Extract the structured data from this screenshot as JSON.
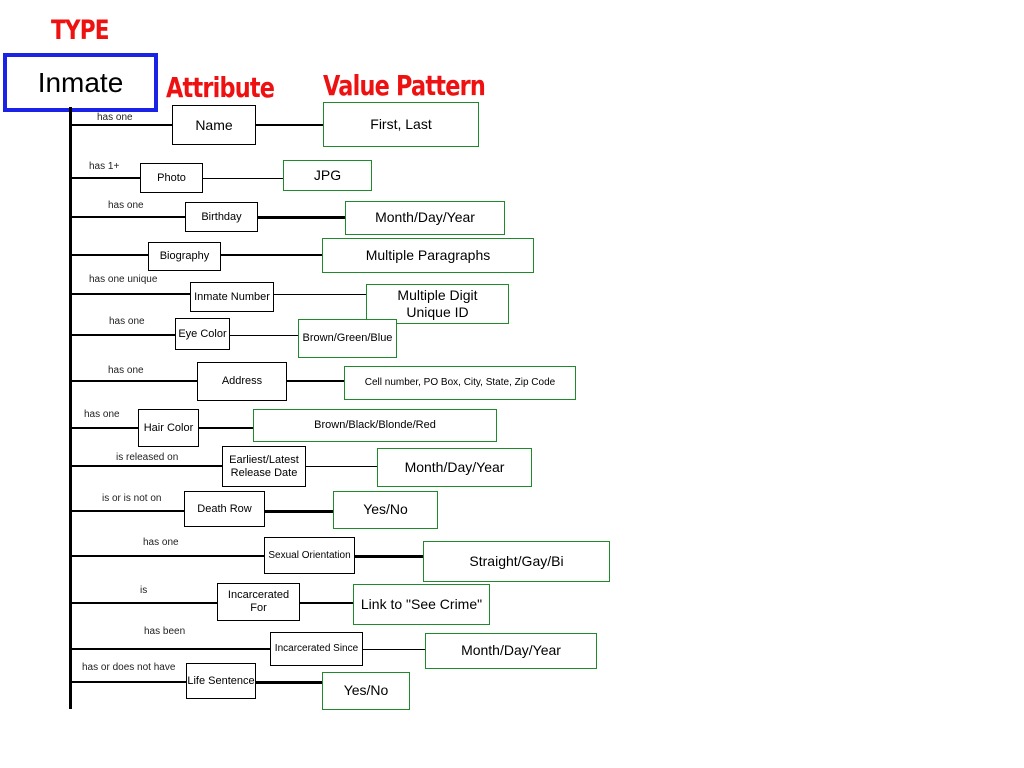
{
  "headers": {
    "type": "TYPE",
    "attribute": "Attribute",
    "value_pattern": "Value Pattern"
  },
  "entity": "Inmate",
  "rows": [
    {
      "relation": "has one",
      "attribute": "Name",
      "value": "First, Last"
    },
    {
      "relation": "has 1+",
      "attribute": "Photo",
      "value": "JPG"
    },
    {
      "relation": "has one",
      "attribute": "Birthday",
      "value": "Month/Day/Year"
    },
    {
      "relation": "",
      "attribute": "Biography",
      "value": "Multiple Paragraphs"
    },
    {
      "relation": "has one unique",
      "attribute": "Inmate Number",
      "value": "Multiple Digit\nUnique ID"
    },
    {
      "relation": "has one",
      "attribute": "Eye Color",
      "value": "Brown/Green/Blue"
    },
    {
      "relation": "has one",
      "attribute": "Address",
      "value": "Cell number, PO Box, City, State, Zip Code"
    },
    {
      "relation": "has one",
      "attribute": "Hair Color",
      "value": "Brown/Black/Blonde/Red"
    },
    {
      "relation": "is released on",
      "attribute": "Earliest/Latest\nRelease Date",
      "value": "Month/Day/Year"
    },
    {
      "relation": "is or is not on",
      "attribute": "Death Row",
      "value": "Yes/No"
    },
    {
      "relation": "has one",
      "attribute": "Sexual Orientation",
      "value": "Straight/Gay/Bi"
    },
    {
      "relation": "is",
      "attribute": "Incarcerated\nFor",
      "value": "Link to \"See Crime\""
    },
    {
      "relation": "has been",
      "attribute": "Incarcerated Since",
      "value": "Month/Day/Year"
    },
    {
      "relation": "has or does not have",
      "attribute": "Life Sentence",
      "value": "Yes/No"
    }
  ]
}
